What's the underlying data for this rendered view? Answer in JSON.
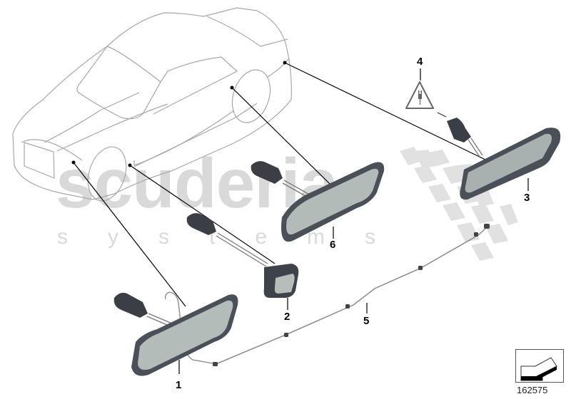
{
  "diagram": {
    "type": "exploded-parts-diagram",
    "subject": "Side marker / turn indicator lights with wiring",
    "watermark": {
      "main": "scuderia",
      "sub": "systems"
    },
    "reference_number": "162575",
    "callouts": [
      {
        "id": "1",
        "label": "1",
        "part": "front side marker light (long, with wiring & connector)"
      },
      {
        "id": "2",
        "label": "2",
        "part": "small side repeater light with connector"
      },
      {
        "id": "3",
        "label": "3",
        "part": "rear side marker light with connector"
      },
      {
        "id": "4",
        "label": "4",
        "part": "connector warning symbol (triangle with plug)"
      },
      {
        "id": "5",
        "label": "5",
        "part": "wiring harness / cable"
      },
      {
        "id": "6",
        "label": "6",
        "part": "middle side marker light with connector"
      }
    ],
    "nav_icon": "arrow-back-icon"
  }
}
